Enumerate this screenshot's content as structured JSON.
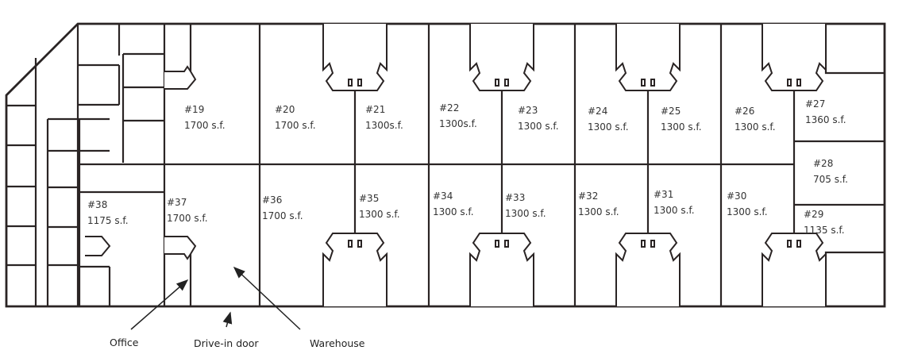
{
  "title": "Floor plan",
  "units": [
    {
      "id": "19",
      "number": "#19",
      "size": "1700 s.f."
    },
    {
      "id": "20",
      "number": "#20",
      "size": "1700 s.f."
    },
    {
      "id": "21",
      "number": "#21",
      "size": "1300s.f."
    },
    {
      "id": "22",
      "number": "#22",
      "size": "1300s.f."
    },
    {
      "id": "23",
      "number": "#23",
      "size": "1300 s.f."
    },
    {
      "id": "24",
      "number": "#24",
      "size": "1300 s.f."
    },
    {
      "id": "25",
      "number": "#25",
      "size": "1300 s.f."
    },
    {
      "id": "26",
      "number": "#26",
      "size": "1300 s.f."
    },
    {
      "id": "27",
      "number": "#27",
      "size": "1360 s.f."
    },
    {
      "id": "28",
      "number": "#28",
      "size": "705 s.f."
    },
    {
      "id": "29",
      "number": "#29",
      "size": "1135 s.f."
    },
    {
      "id": "30",
      "number": "#30",
      "size": "1300 s.f."
    },
    {
      "id": "31",
      "number": "#31",
      "size": "1300 s.f."
    },
    {
      "id": "32",
      "number": "#32",
      "size": "1300 s.f."
    },
    {
      "id": "33",
      "number": "#33",
      "size": "1300 s.f."
    },
    {
      "id": "34",
      "number": "#34",
      "size": "1300 s.f."
    },
    {
      "id": "35",
      "number": "#35",
      "size": "1300 s.f."
    },
    {
      "id": "36",
      "number": "#36",
      "size": "1700 s.f."
    },
    {
      "id": "37",
      "number": "#37",
      "size": "1700 s.f."
    },
    {
      "id": "38",
      "number": "#38",
      "size": "1175 s.f."
    }
  ],
  "callouts": {
    "office": "Office",
    "drive_in_door": "Drive-in door",
    "warehouse": "Warehouse"
  }
}
